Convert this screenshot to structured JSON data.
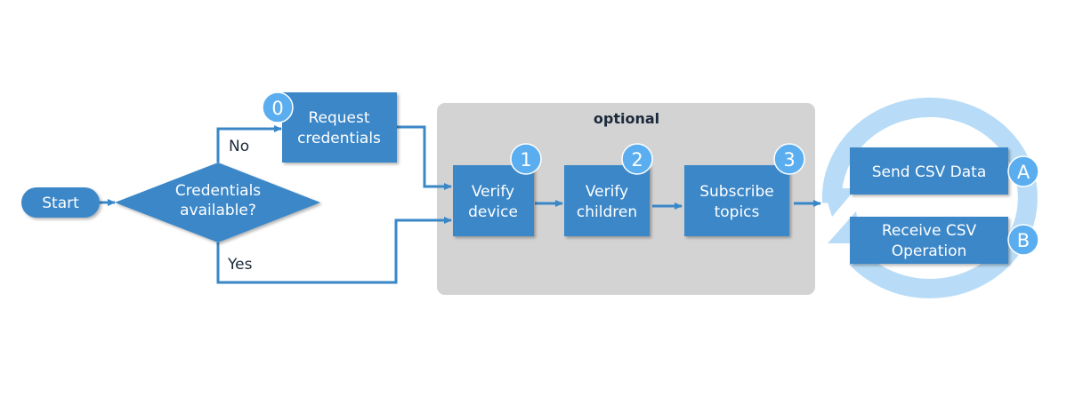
{
  "nodes": {
    "start": "Start",
    "decision": {
      "line1": "Credentials",
      "line2": "available?"
    },
    "request": {
      "line1": "Request",
      "line2": "credentials",
      "badge": "0"
    },
    "verify_device": {
      "line1": "Verify",
      "line2": "device",
      "badge": "1"
    },
    "verify_children": {
      "line1": "Verify",
      "line2": "children",
      "badge": "2"
    },
    "subscribe": {
      "line1": "Subscribe",
      "line2": "topics",
      "badge": "3"
    },
    "send_csv": {
      "line1": "Send CSV Data",
      "badge": "A"
    },
    "receive_csv": {
      "line1": "Receive CSV",
      "line2": "Operation",
      "badge": "B"
    }
  },
  "edges": {
    "no_label": "No",
    "yes_label": "Yes"
  },
  "group": {
    "label": "optional"
  },
  "colors": {
    "box": "#3a87c8",
    "badge": "#5aaef0",
    "group_bg": "#d3d3d3",
    "cycle_ring": "#b8dcf7",
    "connector": "#3a87c8"
  }
}
